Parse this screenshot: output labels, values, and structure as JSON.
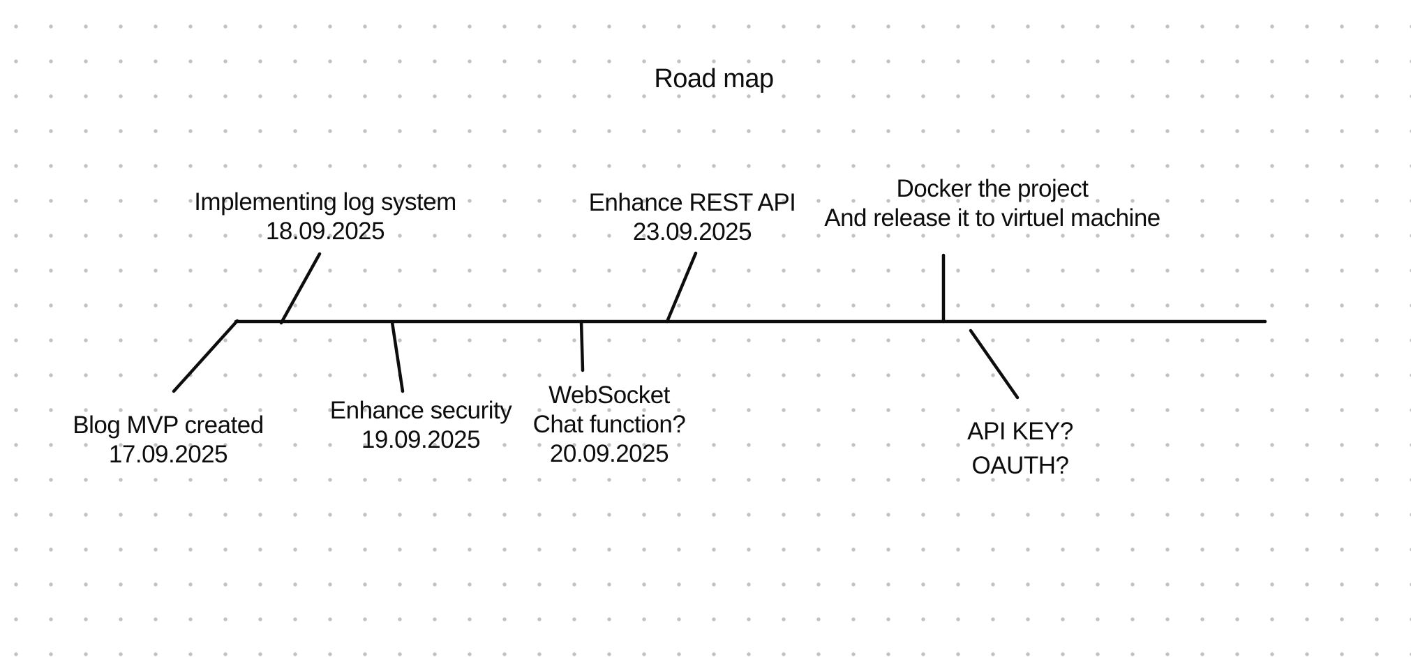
{
  "title": "Road map",
  "colors": {
    "ink": "#0d0d0d",
    "grid_dot": "#c2c2c2",
    "background": "#ffffff"
  },
  "timeline": {
    "orientation": "horizontal",
    "milestones": [
      {
        "id": "blog-mvp",
        "side": "below",
        "lines": [
          "Blog MVP created",
          "17.09.2025"
        ]
      },
      {
        "id": "log-system",
        "side": "above",
        "lines": [
          "Implementing log system",
          "18.09.2025"
        ]
      },
      {
        "id": "security",
        "side": "below",
        "lines": [
          "Enhance security",
          "19.09.2025"
        ]
      },
      {
        "id": "websocket",
        "side": "below",
        "lines": [
          "WebSocket",
          "Chat function?",
          "20.09.2025"
        ]
      },
      {
        "id": "rest-api",
        "side": "above",
        "lines": [
          "Enhance REST API",
          "23.09.2025"
        ]
      },
      {
        "id": "docker",
        "side": "above",
        "lines": [
          "Docker the project",
          "And release it to virtuel machine"
        ]
      },
      {
        "id": "auth",
        "side": "below",
        "lines": [
          "API KEY?",
          "OAUTH?"
        ]
      }
    ]
  }
}
